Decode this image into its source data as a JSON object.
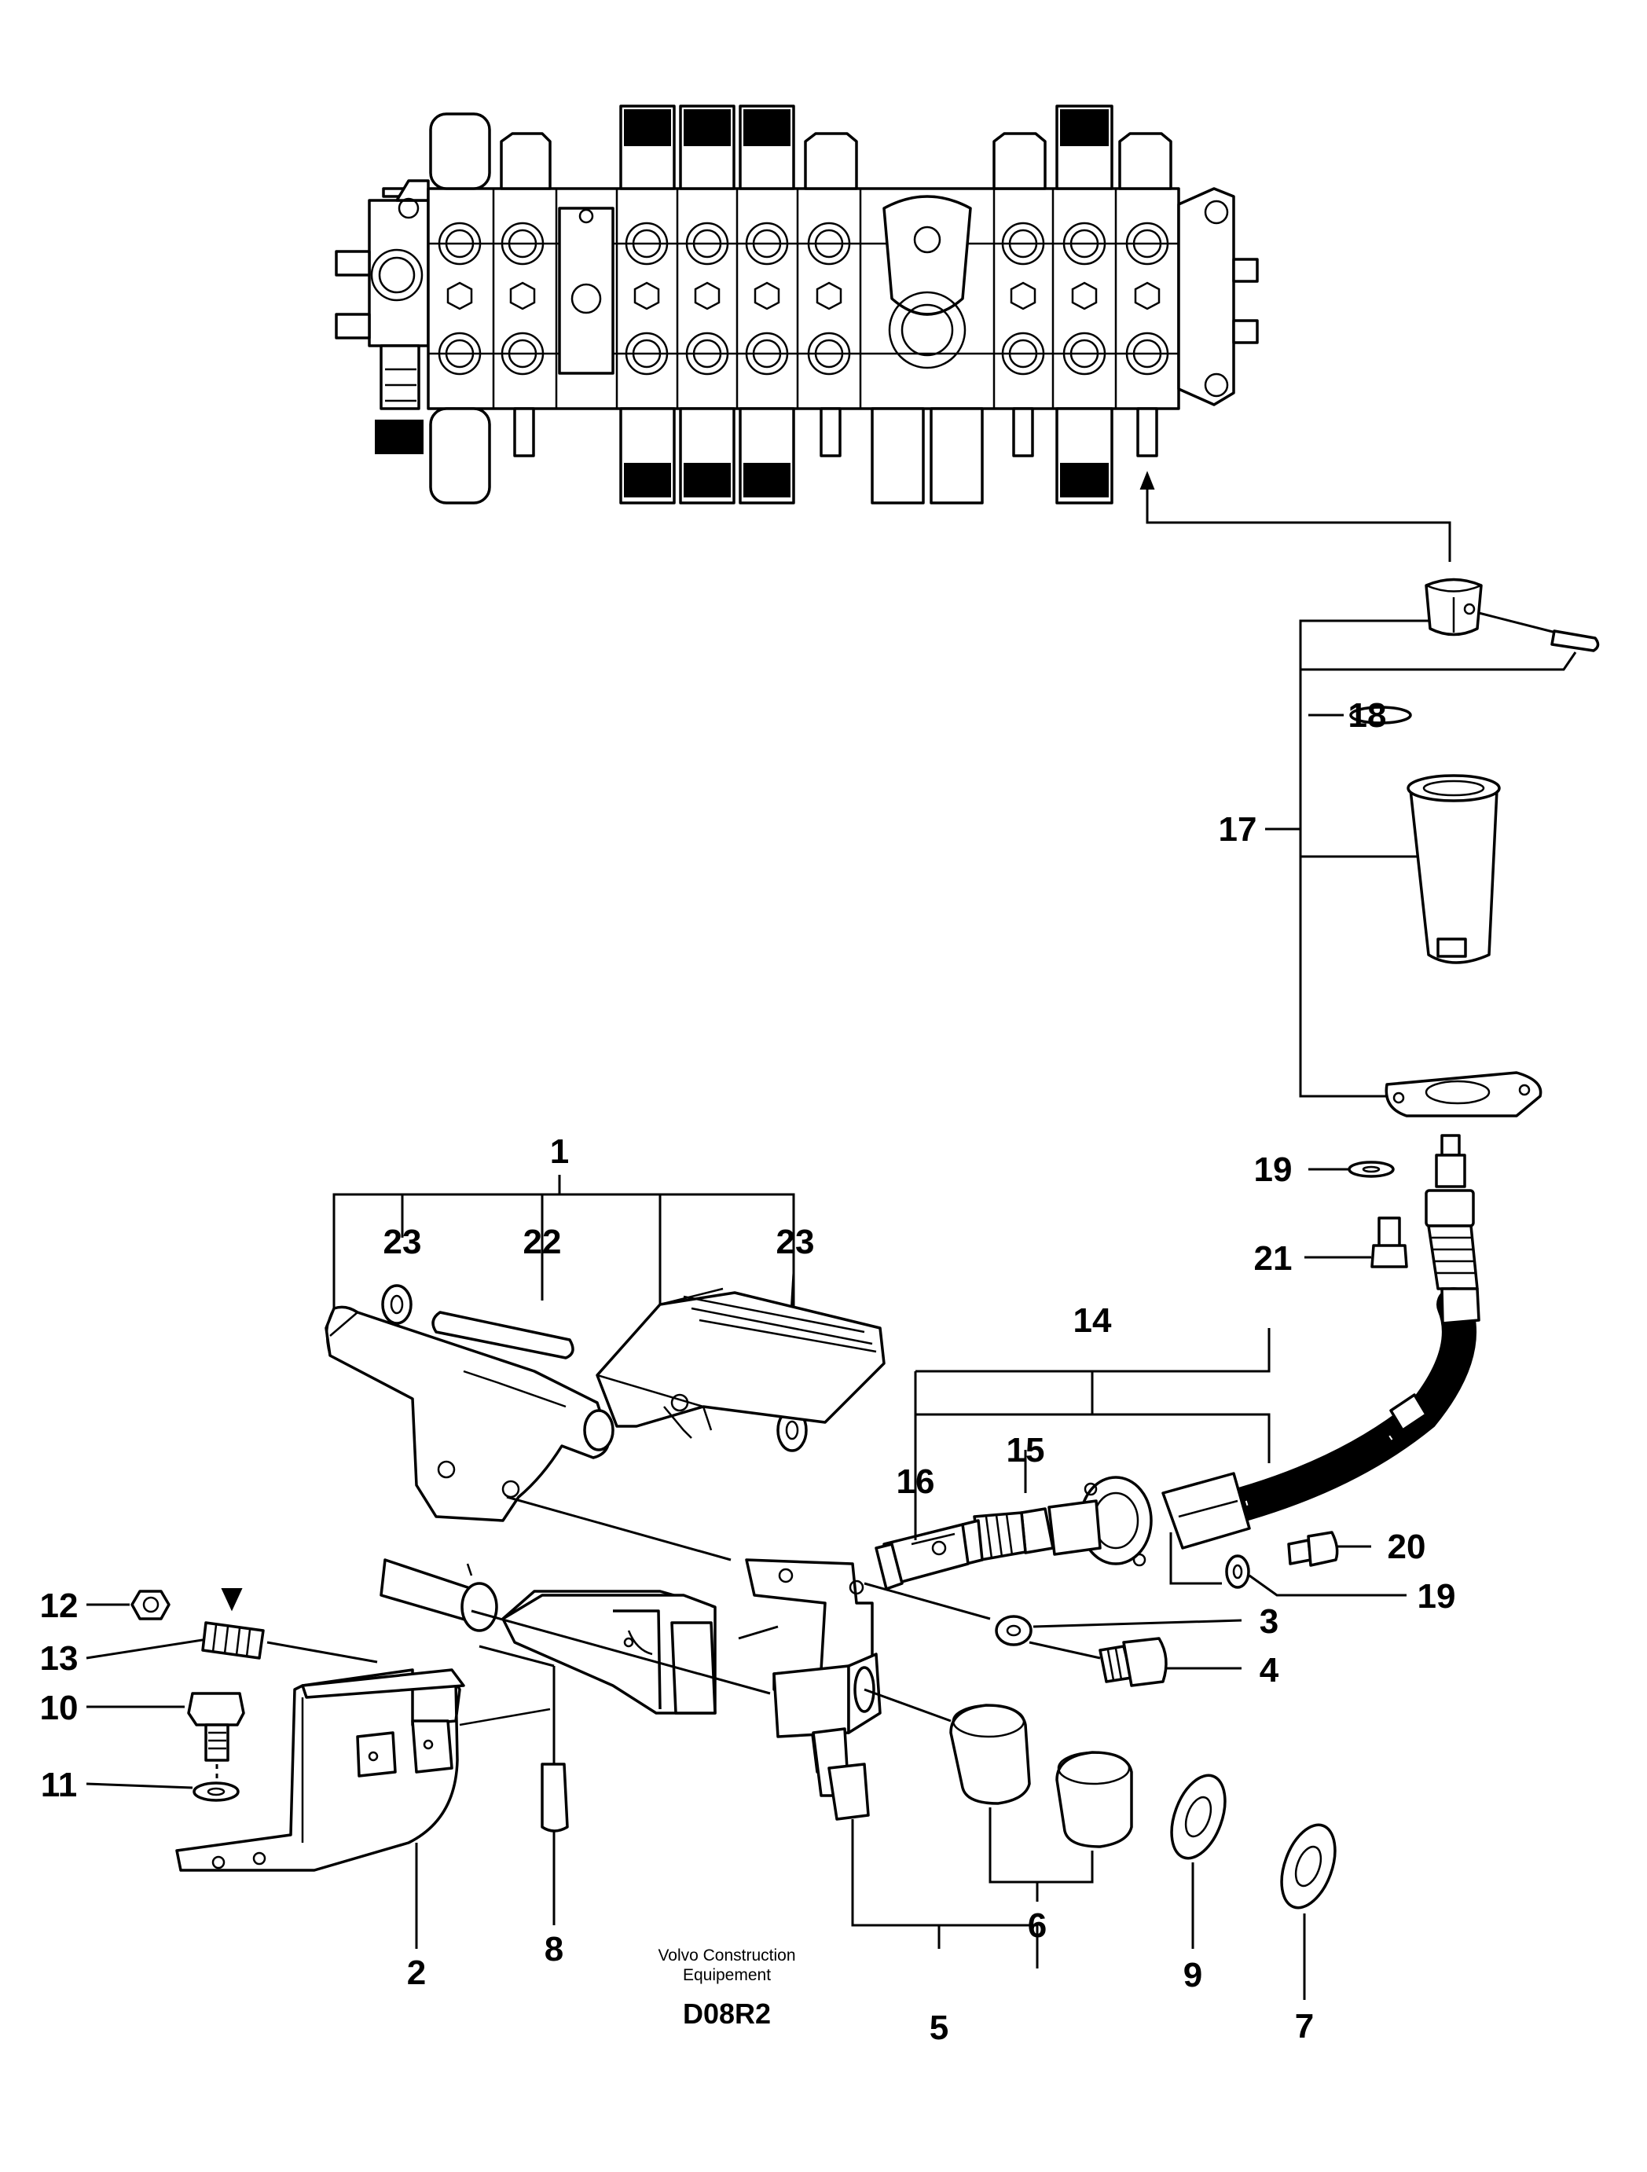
{
  "labels": {
    "p1": "1",
    "p2": "2",
    "p3": "3",
    "p4": "4",
    "p5": "5",
    "p6": "6",
    "p7": "7",
    "p8": "8",
    "p9": "9",
    "p10": "10",
    "p11": "11",
    "p12": "12",
    "p13": "13",
    "p14": "14",
    "p15": "15",
    "p16": "16",
    "p17": "17",
    "p18": "18",
    "p19a": "19",
    "p19b": "19",
    "p20": "20",
    "p21": "21",
    "p22": "22",
    "p23a": "23",
    "p23b": "23"
  },
  "credit": {
    "line1": "Volvo Construction",
    "line2": "Equipement"
  },
  "diagram_code": "D08R2"
}
